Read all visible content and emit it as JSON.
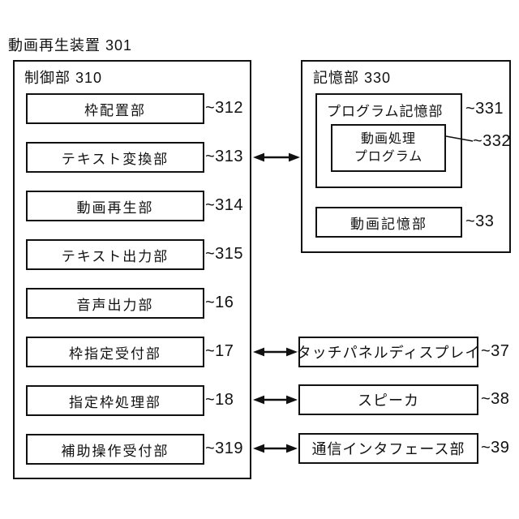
{
  "figure": {
    "title": "動画再生装置 301"
  },
  "control_unit": {
    "title": "制御部 310",
    "blocks": [
      {
        "label": "枠配置部",
        "ref": "~312"
      },
      {
        "label": "テキスト変換部",
        "ref": "~313"
      },
      {
        "label": "動画再生部",
        "ref": "~314"
      },
      {
        "label": "テキスト出力部",
        "ref": "~315"
      },
      {
        "label": "音声出力部",
        "ref": "~16"
      },
      {
        "label": "枠指定受付部",
        "ref": "~17"
      },
      {
        "label": "指定枠処理部",
        "ref": "~18"
      },
      {
        "label": "補助操作受付部",
        "ref": "~319"
      }
    ]
  },
  "storage_unit": {
    "title": "記憶部 330",
    "program_storage": {
      "label": "プログラム記憶部",
      "ref": "~331"
    },
    "video_program": {
      "line1": "動画処理",
      "line2": "プログラム",
      "ref": "~332"
    },
    "video_storage": {
      "label": "動画記憶部",
      "ref": "~33"
    }
  },
  "peripherals": [
    {
      "label": "タッチパネルディスプレイ",
      "ref": "~37"
    },
    {
      "label": "スピーカ",
      "ref": "~38"
    },
    {
      "label": "通信インタフェース部",
      "ref": "~39"
    }
  ],
  "colors": {
    "line": "#111111",
    "background": "#ffffff"
  }
}
